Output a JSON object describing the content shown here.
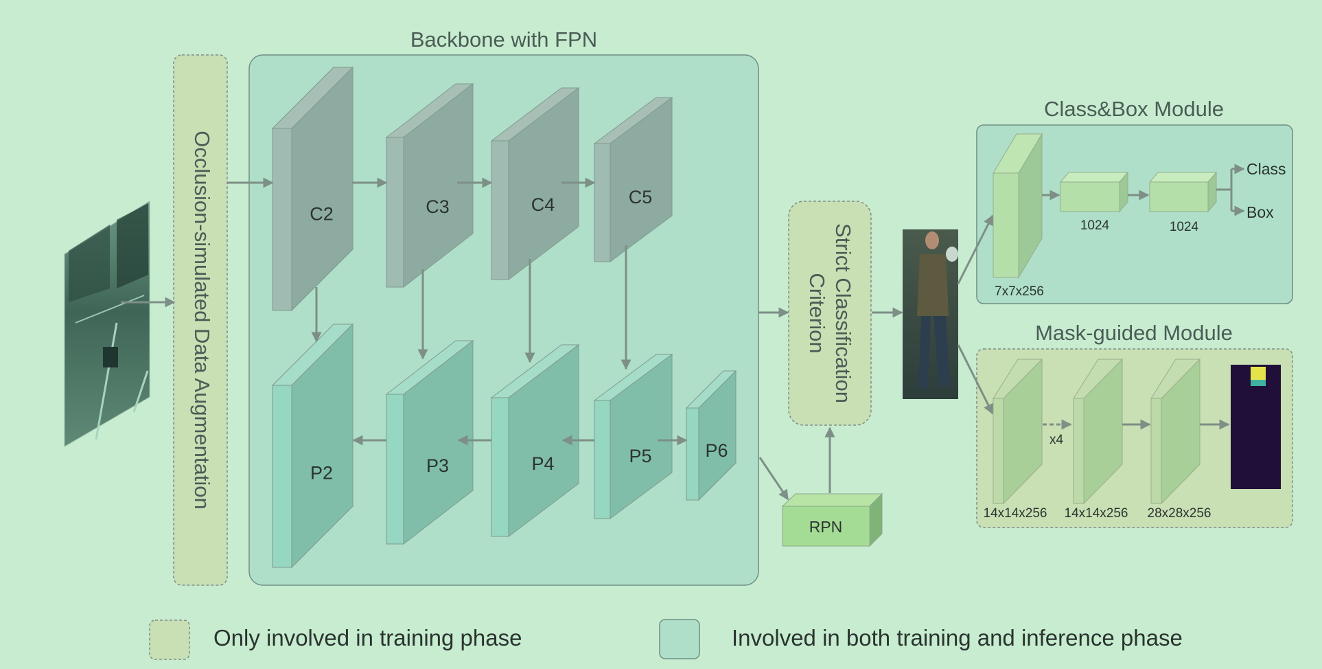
{
  "backbone": {
    "title": "Backbone with FPN",
    "c_layers": [
      "C2",
      "C3",
      "C4",
      "C5"
    ],
    "p_layers": [
      "P2",
      "P3",
      "P4",
      "P5",
      "P6"
    ]
  },
  "augmentation": {
    "label": "Occlusion-simulated Data Augmentation"
  },
  "criterion": {
    "line1": "Strict Classification",
    "line2": "Criterion"
  },
  "rpn": {
    "label": "RPN"
  },
  "class_box_module": {
    "title": "Class&Box Module",
    "roi_size": "7x7x256",
    "fc1": "1024",
    "fc2": "1024",
    "out_class": "Class",
    "out_box": "Box"
  },
  "mask_module": {
    "title": "Mask-guided Module",
    "repeat": "x4",
    "sizes": [
      "14x14x256",
      "14x14x256",
      "28x28x256"
    ]
  },
  "legend": {
    "training_only": "Only involved in training phase",
    "both_phases": "Involved in both training and inference phase"
  },
  "colors": {
    "background": "#c7ecd0",
    "training_only": "#c9dfb4",
    "both_phases": "#afdfc8",
    "c_layer": "#8faca2",
    "p_layer": "#85c2ae",
    "arrow": "#7d8f86"
  }
}
